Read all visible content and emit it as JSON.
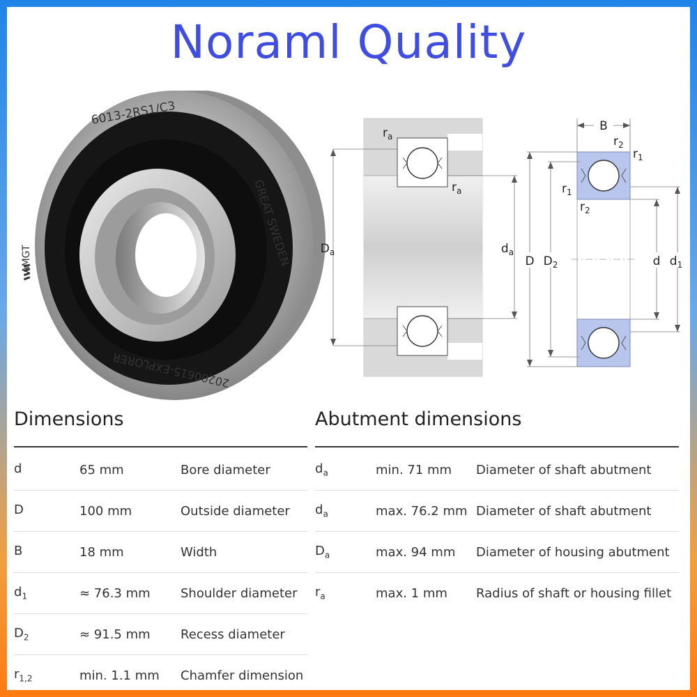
{
  "title": "Noraml Quality",
  "bearing": {
    "model_marking": "6013-2RS1/C3",
    "brand_marking": "AMGT",
    "origin_marking": "GREAT SWEDEN",
    "batch_marking": "20200615-EXPLORER"
  },
  "diagram_labels": {
    "ra": "r",
    "ra_sub": "a",
    "Da": "D",
    "Da_sub": "a",
    "da": "d",
    "da_sub": "a",
    "B": "B",
    "r": "r",
    "sub1": "1",
    "sub2": "2",
    "D": "D",
    "D2": "D",
    "d": "d",
    "d1": "d"
  },
  "dimensions": {
    "heading": "Dimensions",
    "rows": [
      {
        "symbol": "d",
        "sub": "",
        "value": "65 mm",
        "desc": "Bore diameter"
      },
      {
        "symbol": "D",
        "sub": "",
        "value": "100 mm",
        "desc": "Outside diameter"
      },
      {
        "symbol": "B",
        "sub": "",
        "value": "18 mm",
        "desc": "Width"
      },
      {
        "symbol": "d",
        "sub": "1",
        "value": "≈ 76.3 mm",
        "desc": "Shoulder diameter"
      },
      {
        "symbol": "D",
        "sub": "2",
        "value": "≈ 91.5 mm",
        "desc": "Recess diameter"
      },
      {
        "symbol": "r",
        "sub": "1,2",
        "value": "min. 1.1 mm",
        "desc": "Chamfer dimension"
      }
    ]
  },
  "abutment": {
    "heading": "Abutment dimensions",
    "rows": [
      {
        "symbol": "d",
        "sub": "a",
        "value": "min. 71 mm",
        "desc": "Diameter of shaft abutment"
      },
      {
        "symbol": "d",
        "sub": "a",
        "value": "max. 76.2 mm",
        "desc": "Diameter of shaft abutment"
      },
      {
        "symbol": "D",
        "sub": "a",
        "value": "max. 94 mm",
        "desc": "Diameter of housing abutment"
      },
      {
        "symbol": "r",
        "sub": "a",
        "value": "max. 1 mm",
        "desc": "Radius of shaft or housing fillet"
      }
    ]
  },
  "colors": {
    "title": "#3f4ee0",
    "frame_top": "#1f84e8",
    "frame_bottom": "#ff7a10",
    "housing_gray": "#d4d4d4",
    "bearing_blue": "#b8c6ee"
  }
}
